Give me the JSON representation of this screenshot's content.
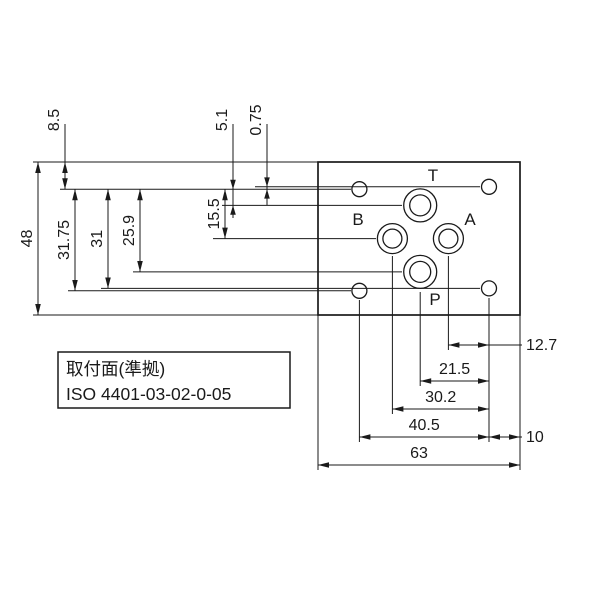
{
  "colors": {
    "ink": "#1a1a1a",
    "background": "#ffffff"
  },
  "plate": {
    "ports": {
      "t": "T",
      "a": "A",
      "b": "B",
      "p": "P"
    }
  },
  "dims": {
    "overall_height": "48",
    "hole_span_vertical": "31.75",
    "hole_span_vertical_alt": "31",
    "port_p_from_top_holes": "25.9",
    "ports_ab_from_top_holes": "15.5",
    "top_edge_to_holes": "8.5",
    "port_t_from_top_holes": "5.1",
    "hole_row_stagger": "0.75",
    "port_a_to_right_holes": "12.7",
    "ports_pt_to_right_holes": "21.5",
    "port_b_to_right_holes": "30.2",
    "hole_span_horizontal": "40.5",
    "right_holes_to_edge": "10",
    "overall_width": "63"
  },
  "label_box": {
    "line1": "取付面(準拠)",
    "line2": "ISO 4401-03-02-0-05"
  }
}
